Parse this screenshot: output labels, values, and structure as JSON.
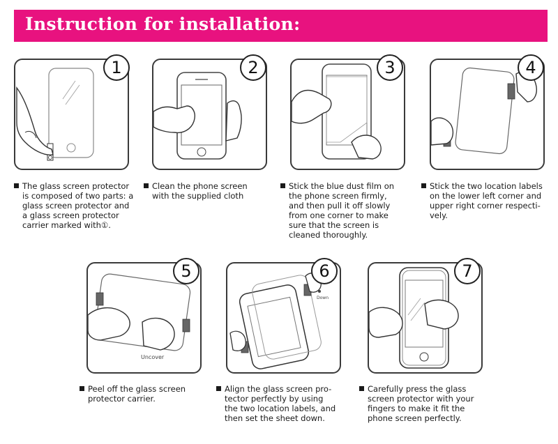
{
  "header": {
    "title": "Instruction for installation:"
  },
  "colors": {
    "banner": "#e8127f",
    "outline": "#3a3a3a",
    "marker": "#555555"
  },
  "steps": [
    {
      "number": "1",
      "text": "The glass screen protector\nis composed of two parts: a\nglass screen protector and\na glass screen protector\ncarrier marked with①."
    },
    {
      "number": "2",
      "text": "Clean the phone screen\nwith the supplied cloth"
    },
    {
      "number": "3",
      "text": "Stick the blue dust film on\nthe phone screen firmly,\nand then pull it off slowly\nfrom one corner to make\nsure that the screen is\ncleaned thoroughly."
    },
    {
      "number": "4",
      "text": "Stick the two location labels\non the lower left corner and\nupper right corner respecti-\nvely."
    },
    {
      "number": "5",
      "text": "Peel off the glass screen\nprotector carrier.",
      "label": "Uncover"
    },
    {
      "number": "6",
      "text": "Align the glass screen pro-\ntector perfectly by using\nthe two location labels, and\nthen set the sheet down.",
      "label": "Down"
    },
    {
      "number": "7",
      "text": "Carefully press the glass\nscreen protector with your\nfingers to make it fit the\nphone screen perfectly."
    }
  ]
}
